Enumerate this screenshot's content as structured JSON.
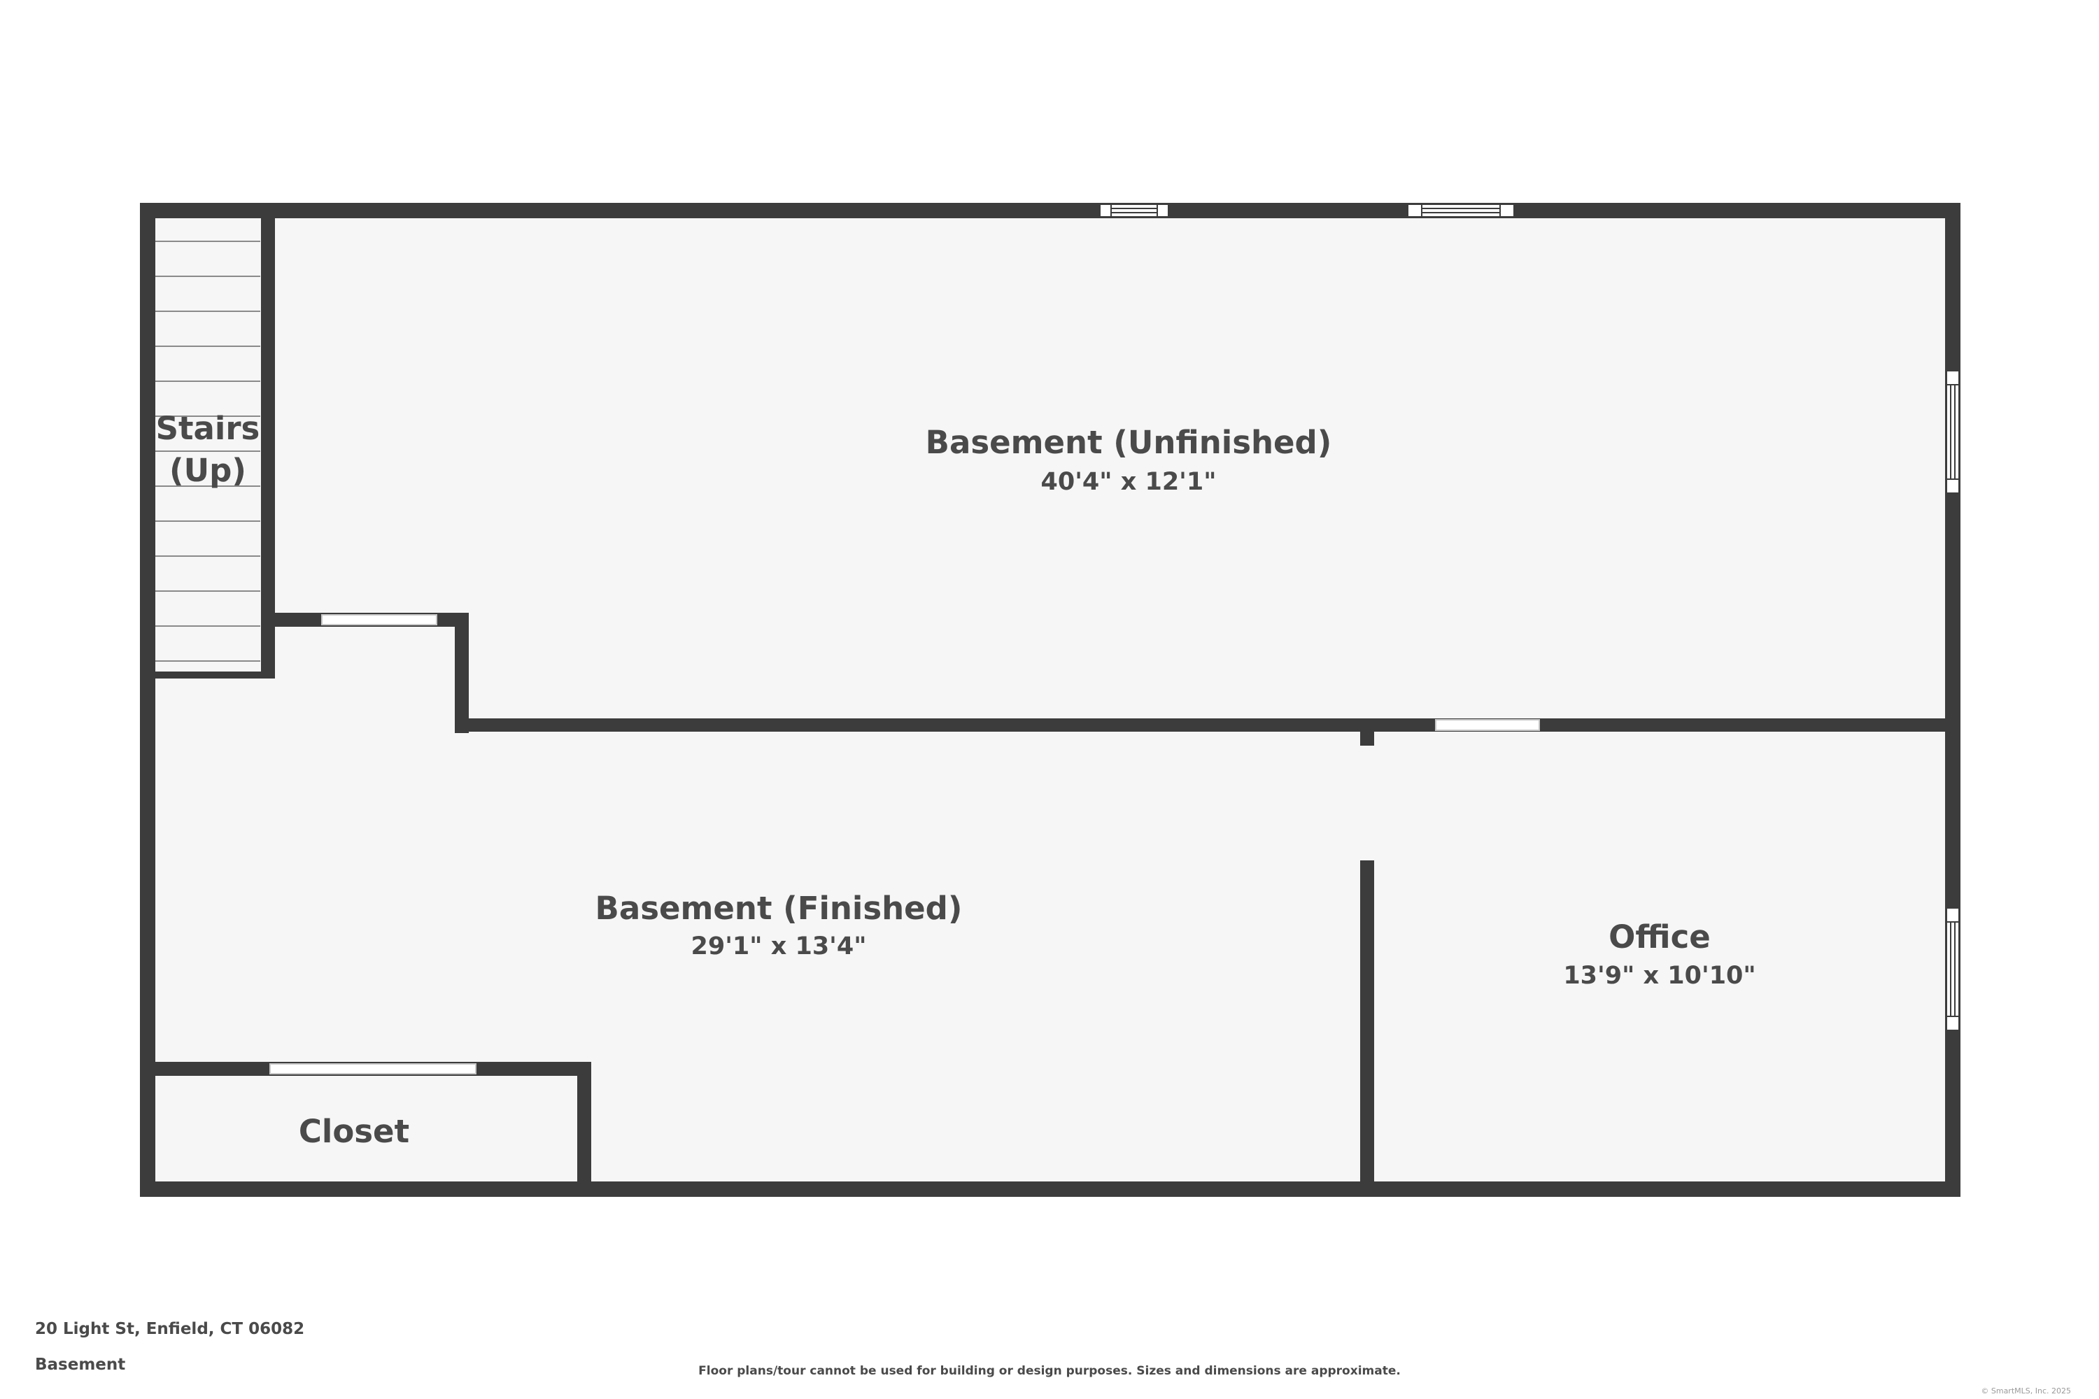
{
  "rooms": {
    "basement_unfinished": {
      "name": "Basement (Unfinished)",
      "dimensions": "40'4\" x 12'1\""
    },
    "basement_finished": {
      "name": "Basement (Finished)",
      "dimensions": "29'1\" x 13'4\""
    },
    "office": {
      "name": "Office",
      "dimensions": "13'9\" x 10'10\""
    },
    "closet": {
      "name": "Closet"
    },
    "stairs": {
      "name_line1": "Stairs",
      "name_line2": "(Up)"
    }
  },
  "footer": {
    "address": "20 Light St, Enfield, CT 06082",
    "level": "Basement",
    "disclaimer": "Floor plans/tour cannot be used for building or design purposes. Sizes and dimensions are approximate.",
    "copyright": "© SmartMLS, Inc. 2025"
  },
  "colors": {
    "wall": "#3c3c3c",
    "floor": "#f6f6f6",
    "background": "#ffffff"
  }
}
